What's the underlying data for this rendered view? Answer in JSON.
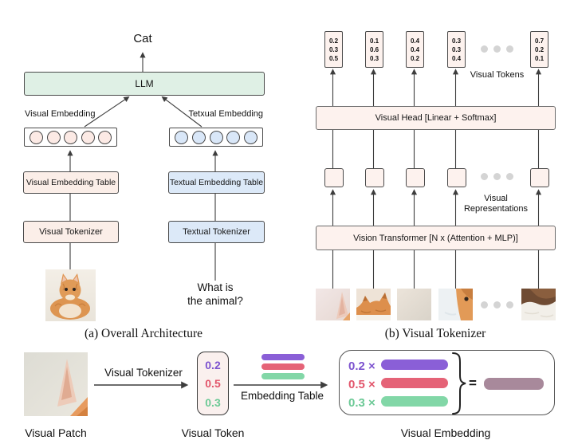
{
  "a": {
    "caption": "(a) Overall Architecture",
    "output_label": "Cat",
    "llm_label": "LLM",
    "visual_embedding_label": "Visual Embedding",
    "textual_embedding_label": "Tetxual Embedding",
    "visual_embedding_table_label": "Visual Embedding Table",
    "textual_embedding_table_label": "Textual Embedding Table",
    "visual_tokenizer_label": "Visual Tokenizer",
    "textual_tokenizer_label": "Textual Tokenizer",
    "question_line1": "What is",
    "question_line2": "the animal?"
  },
  "b": {
    "caption": "(b) Visual Tokenizer",
    "visual_tokens_label": "Visual Tokens",
    "visual_head_label": "Visual Head [Linear + Softmax]",
    "visual_representations_line1": "Visual",
    "visual_representations_line2": "Representations",
    "vision_transformer_label": "Vision Transformer [N x (Attention + MLP)]",
    "tokens": [
      {
        "values": [
          "0.2",
          "0.3",
          "0.5"
        ]
      },
      {
        "values": [
          "0.1",
          "0.6",
          "0.3"
        ]
      },
      {
        "values": [
          "0.4",
          "0.4",
          "0.2"
        ]
      },
      {
        "values": [
          "0.3",
          "0.3",
          "0.4"
        ]
      },
      {
        "values": [
          "0.7",
          "0.2",
          "0.1"
        ]
      }
    ]
  },
  "c": {
    "visual_patch_label": "Visual Patch",
    "visual_tokenizer_arrow_label": "Visual Tokenizer",
    "visual_token_label": "Visual Token",
    "embedding_table_arrow_label": "Embedding Table",
    "visual_embedding_label": "Visual Embedding",
    "token_values": [
      "0.2",
      "0.5",
      "0.3"
    ],
    "equation_coefs": [
      "0.2 ×",
      "0.5 ×",
      "0.3 ×"
    ],
    "equals_sign": "="
  },
  "colors": {
    "llm_green": "#dff0e5",
    "visual_pink": "#fbeee8",
    "textual_blue": "#dce9f8",
    "tokenizer_panel_pink": "#fdf2ee",
    "token_purple": "#7d53cf",
    "token_red": "#e2556b",
    "token_green": "#6cc996",
    "bar_purple": "#8a5fd7",
    "bar_red": "#e56377",
    "bar_green": "#82d7a7",
    "bar_mauve": "#a8899b",
    "ellipsis_gray": "#d4d4d4",
    "line_gray": "#3d3d3d"
  }
}
